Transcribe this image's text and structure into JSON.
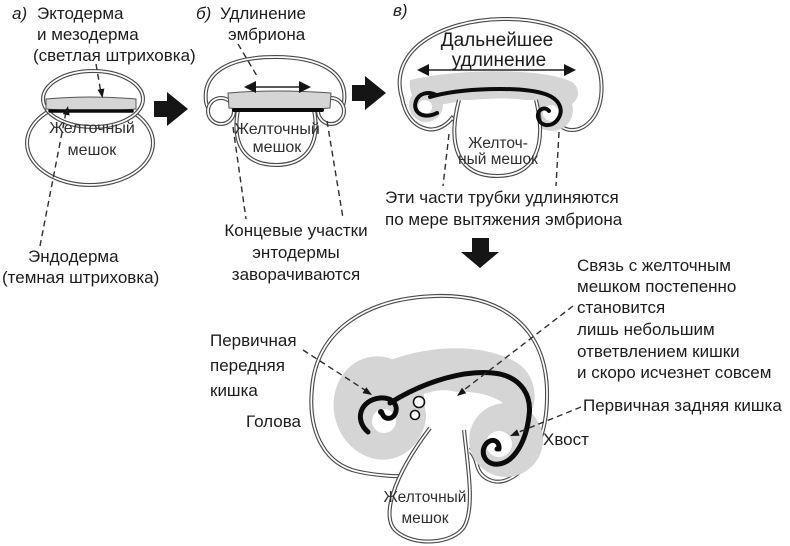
{
  "colors": {
    "shade_light": "#d5d5d5",
    "outline": "#4a4a4a",
    "ink": "#0b0b0b",
    "text": "#1c1c1c"
  },
  "stage_a": {
    "marker": "а)",
    "label_lines": [
      "Эктодерма",
      "и мезодерма",
      "(светлая штриховка)"
    ],
    "yolk_line1": "Желточный",
    "yolk_line2": "мешок",
    "endoderm_lines": [
      "Эндодерма",
      "(темная штриховка)"
    ]
  },
  "stage_b": {
    "marker": "б)",
    "label_lines": [
      "Удлинение",
      "эмбриона"
    ],
    "yolk_line1": "Желточный",
    "yolk_line2": "мешок",
    "caption_lines": [
      "Концевые участки",
      "энтодермы",
      "заворачиваются"
    ]
  },
  "stage_c": {
    "marker": "в)",
    "inner_label_lines": [
      "Дальнейшее",
      "удлинение"
    ],
    "yolk_line1": "Желточ-",
    "yolk_line2": "ный мешок",
    "caption_lines": [
      "Эти части трубки удлиняются",
      "по мере вытяжения эмбриона"
    ]
  },
  "final_stage": {
    "note_lines": [
      "Связь с желточным",
      "мешком постепенно",
      "становится",
      "лишь небольшим",
      "ответвлением кишки",
      "и скоро исчезнет совсем"
    ],
    "foregut_lines": [
      "Первичная",
      "передняя",
      "кишка"
    ],
    "head_label": "Голова",
    "tail_label": "Хвост",
    "hindgut_label": "Первичная задняя кишка",
    "yolk_line1": "Желточный",
    "yolk_line2": "мешок"
  }
}
